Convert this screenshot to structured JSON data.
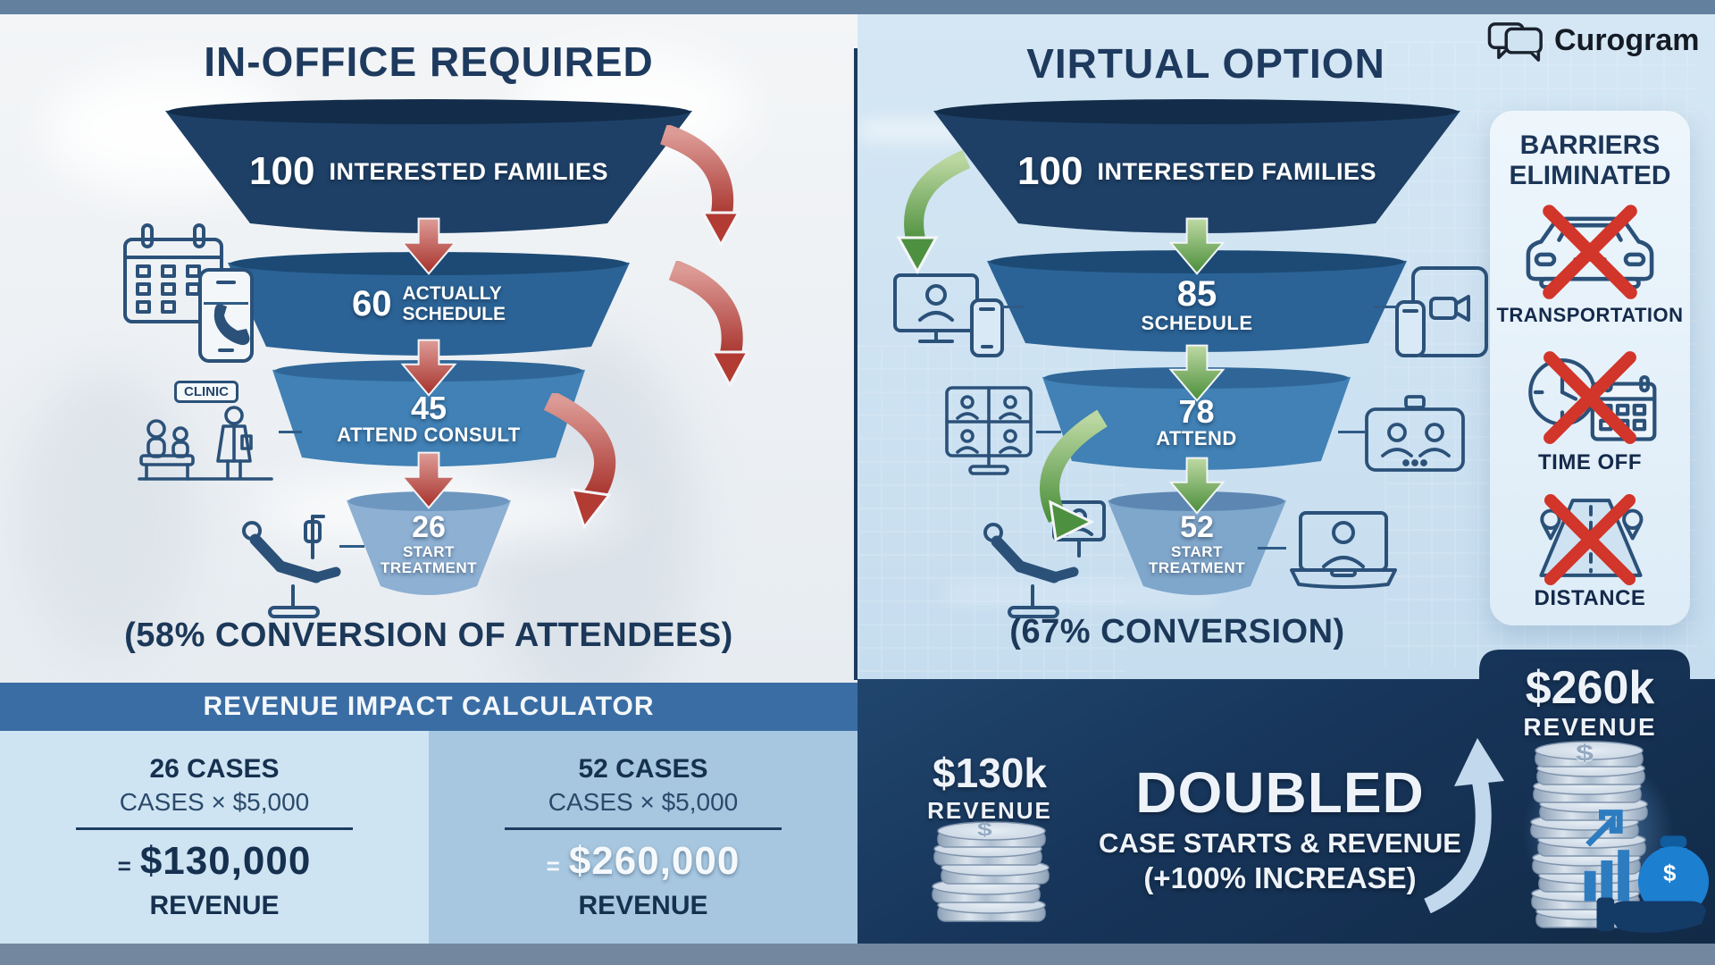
{
  "brand": {
    "name": "Curogram"
  },
  "left_panel": {
    "title": "IN-OFFICE REQUIRED",
    "funnel": [
      {
        "value": "100",
        "label": "INTERESTED FAMILIES"
      },
      {
        "value": "60",
        "line1": "ACTUALLY",
        "line2": "SCHEDULE"
      },
      {
        "value": "45",
        "label": "ATTEND CONSULT"
      },
      {
        "value": "26",
        "line1": "START",
        "line2": "TREATMENT"
      }
    ],
    "clinic_sign": "CLINIC",
    "conversion_note": "(58% CONVERSION OF ATTENDEES)"
  },
  "right_panel": {
    "title": "VIRTUAL OPTION",
    "funnel": [
      {
        "value": "100",
        "label": "INTERESTED FAMILIES"
      },
      {
        "value": "85",
        "label": "SCHEDULE"
      },
      {
        "value": "78",
        "label": "ATTEND"
      },
      {
        "value": "52",
        "line1": "START",
        "line2": "TREATMENT"
      }
    ],
    "conversion_note": "(67% CONVERSION)"
  },
  "barriers": {
    "title_line1": "BARRIERS",
    "title_line2": "ELIMINATED",
    "items": [
      {
        "label": "TRANSPORTATION"
      },
      {
        "label": "TIME OFF"
      },
      {
        "label": "DISTANCE"
      }
    ]
  },
  "calculator": {
    "title": "REVENUE IMPACT CALCULATOR",
    "columns": [
      {
        "cases": "26 CASES",
        "formula": "CASES × $5,000",
        "equals": "=",
        "result": "$130,000",
        "label": "REVENUE"
      },
      {
        "cases": "52 CASES",
        "formula": "CASES × $5,000",
        "equals": "=",
        "result": "$260,000",
        "label": "REVENUE"
      }
    ]
  },
  "summary": {
    "before": {
      "amount": "$130k",
      "label": "REVENUE"
    },
    "after": {
      "amount": "$260k",
      "label": "REVENUE"
    },
    "headline": "DOUBLED",
    "subline": "CASE STARTS & REVENUE",
    "note": "(+100% INCREASE)",
    "currency_symbol": "$"
  },
  "colors": {
    "navy": "#1d3c61",
    "panel_blue": "#cfe4f2",
    "band_blue": "#3a6da4",
    "column_light": "#cfe4f3",
    "column_medium": "#a7c7e0",
    "dark_section": "#17355a",
    "accent_red": "#b23b34",
    "accent_green": "#4d9040",
    "bar_slate": "#64809f"
  }
}
